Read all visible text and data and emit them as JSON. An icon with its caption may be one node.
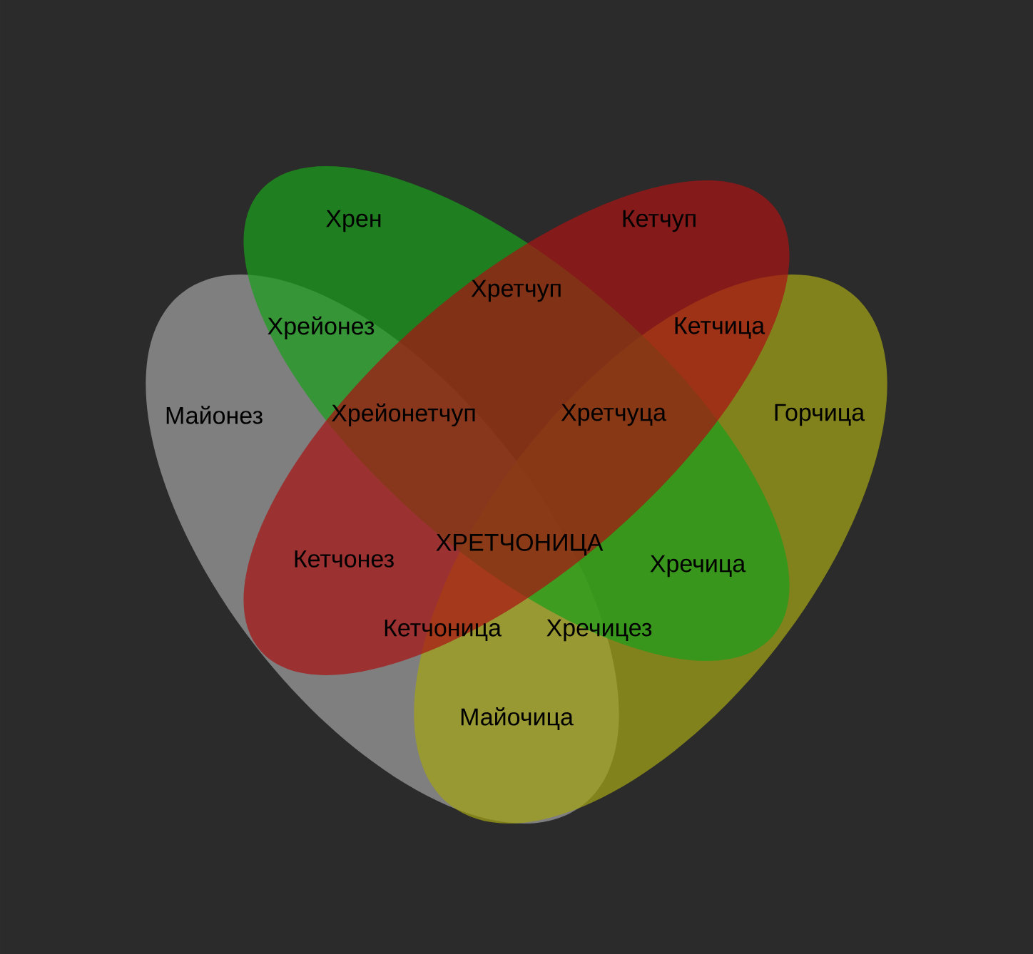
{
  "diagram": {
    "nodes": [
      {
        "text": [
          "Хрен"
        ]
      },
      {
        "text": [
          "Кетчуп"
        ]
      },
      {
        "text": [
          "Майонез"
        ]
      },
      {
        "text": [
          "Горчица"
        ]
      }
    ],
    "labels": [
      "Хретчуп",
      "Хрейонез",
      "Кетчица",
      "Хрейонетчуп",
      "Хретчуца",
      "ХРЕТЧОНИЦА",
      "Кетчонез",
      "Хречица",
      "Кетчоница",
      "Хречицез",
      "Майочица"
    ]
  }
}
